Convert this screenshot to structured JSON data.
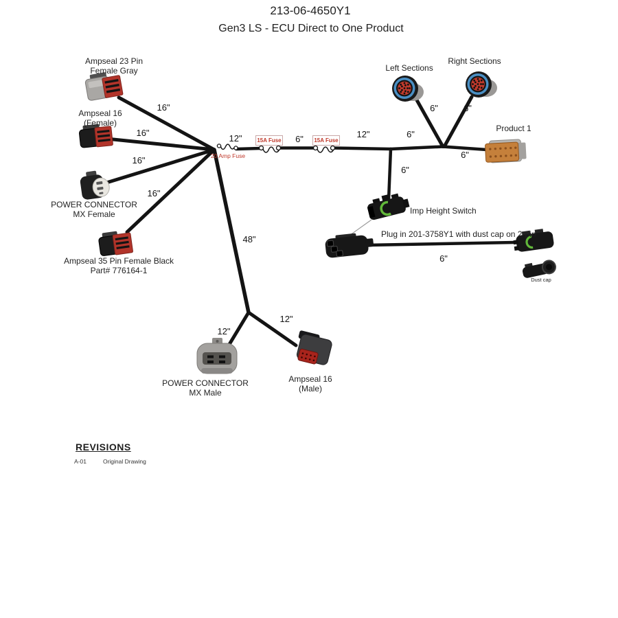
{
  "header": {
    "part_number": "213-06-4650Y1",
    "title": "Gen3 LS - ECU Direct to One Product"
  },
  "connectors": {
    "ampseal23": {
      "line1": "Ampseal 23 Pin",
      "line2": "Female Gray"
    },
    "ampseal16_female": {
      "line1": "Ampseal 16",
      "line2": "(Female)"
    },
    "mx_female": {
      "line1": "POWER CONNECTOR",
      "line2": "MX Female"
    },
    "ampseal35": {
      "line1": "Ampseal 35 Pin Female Black",
      "line2": "Part# 776164-1"
    },
    "left_sections": {
      "line1": "Left Sections"
    },
    "right_sections": {
      "line1": "Right Sections"
    },
    "product1": {
      "line1": "Product 1"
    },
    "imp_height_switch": {
      "line1": "Imp Height Switch"
    },
    "mx_male": {
      "line1": "POWER CONNECTOR",
      "line2": "MX Male"
    },
    "ampseal16_male": {
      "line1": "Ampseal 16",
      "line2": "(Male)"
    },
    "dust_cap": {
      "line1": "Dust cap"
    }
  },
  "fuses": {
    "fuse_20a": "20 Amp Fuse",
    "fuse_15a_1": "15A Fuse",
    "fuse_15a_2": "15A Fuse"
  },
  "notes": {
    "plug_note": "Plug in 201-3758Y1 with dust cap on 2-pin"
  },
  "wire_lengths": {
    "to_ampseal23": "16\"",
    "to_ampseal16_female": "16\"",
    "to_mx_female": "16\"",
    "to_ampseal35": "16\"",
    "hub_to_fuse1": "12\"",
    "fuse1_to_fuse2": "6\"",
    "fuse2_to_tee": "12\"",
    "tee_to_switch": "6\"",
    "tee_to_vee": "6\"",
    "vee_to_left_sections": "6\"",
    "vee_to_right_sections": "6\"",
    "vee_to_product1": "6\"",
    "hub_to_branch": "48\"",
    "branch_to_mx_male": "12\"",
    "branch_to_ampseal16_male": "12\"",
    "plug_to_2pin": "6\""
  },
  "revisions": {
    "heading": "REVISIONS",
    "rows": [
      {
        "rev": "A-01",
        "desc": "Original Drawing"
      }
    ]
  },
  "colors": {
    "wire": "#141414",
    "fuse_text": "#c0392b",
    "connector_red": "#b2342a",
    "ring_blue": "#4a8fc4",
    "seal_green": "#62b83a",
    "product_orange": "#c5803b"
  }
}
